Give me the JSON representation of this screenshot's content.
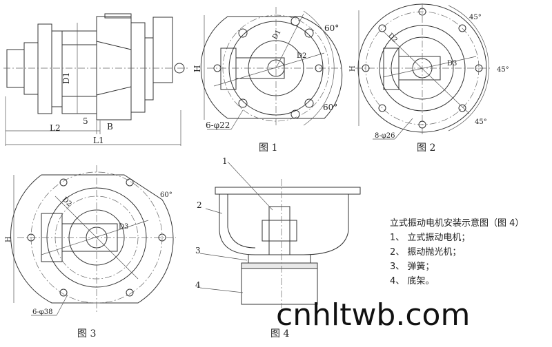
{
  "figure1_side": {
    "l2": "L2",
    "l1": "L1",
    "gap": "5",
    "b": "B",
    "d1": "D1"
  },
  "figure1": {
    "caption": "图 1",
    "h": "H",
    "d1": "D1",
    "d2": "D2",
    "angle_top": "60°",
    "angle_bottom": "60°",
    "holes": "6-φ22"
  },
  "figure2": {
    "caption": "图 2",
    "h": "H",
    "d2": "D2",
    "d3": "D3",
    "angle1": "45°",
    "angle2": "45°",
    "angle3": "45°",
    "holes": "8-φ26"
  },
  "figure3": {
    "caption": "图 3",
    "h": "H",
    "d2": "D2",
    "d3": "D3",
    "angle": "60°",
    "holes": "6-φ38"
  },
  "figure4": {
    "caption": "图 4",
    "callouts": [
      "1",
      "2",
      "3",
      "4"
    ]
  },
  "legend": {
    "title": "立式振动电机安装示意图（图 4）",
    "items": [
      "1、 立式振动电机；",
      "2、 振动抛光机；",
      "3、 弹簧；",
      "4、 底架。"
    ]
  },
  "watermark": "cnhltwb.com"
}
